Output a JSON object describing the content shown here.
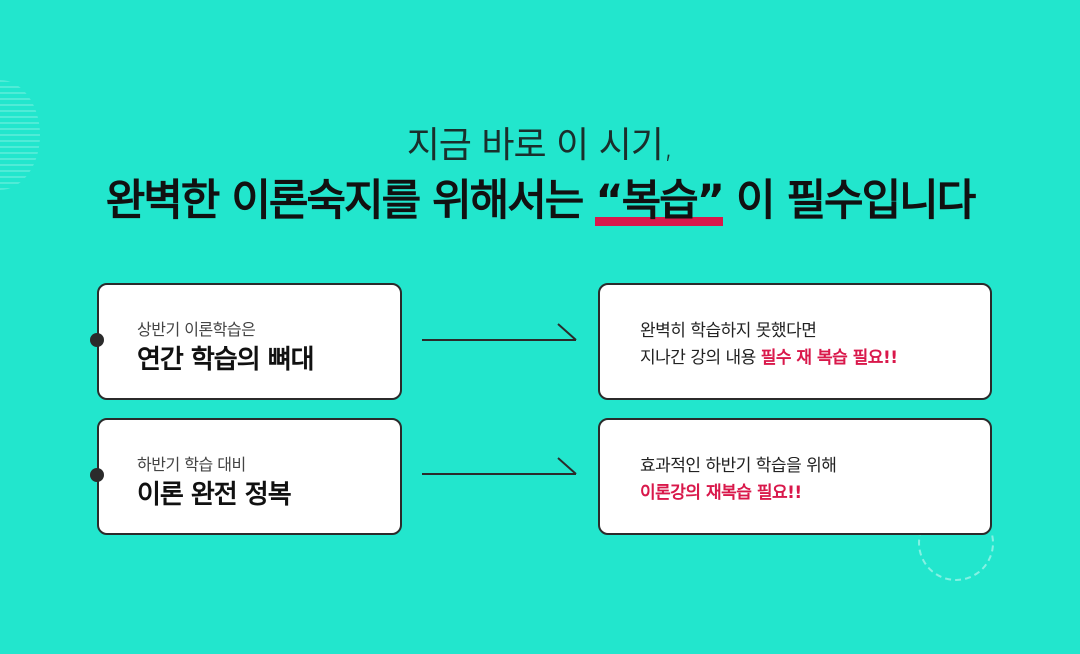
{
  "headline": {
    "sub": "지금 바로 이 시기,",
    "main_before": "완벽한 이론숙지를 위해서는 ",
    "main_highlight": "“복습”",
    "main_after": " 이 필수입니다"
  },
  "rows": [
    {
      "left_small": "상반기 이론학습은",
      "left_big": "연간 학습의 뼈대",
      "right_line1": "완벽히 학습하지 못했다면",
      "right_line2_plain": "지나간 강의 내용 ",
      "right_line2_red": "필수 재 복습 필요!!"
    },
    {
      "left_small": "하반기 학습 대비",
      "left_big": "이론 완전 정복",
      "right_line1": "효과적인 하반기 학습을 위해",
      "right_line2_plain": "",
      "right_line2_red": "이론강의 재복습 필요!!"
    }
  ],
  "colors": {
    "background": "#22e6cd",
    "accent": "#d9184b",
    "card_border": "#2b2b2b"
  },
  "icons": {
    "arrow": "right-arrow-icon",
    "bullet": "dot-icon"
  }
}
